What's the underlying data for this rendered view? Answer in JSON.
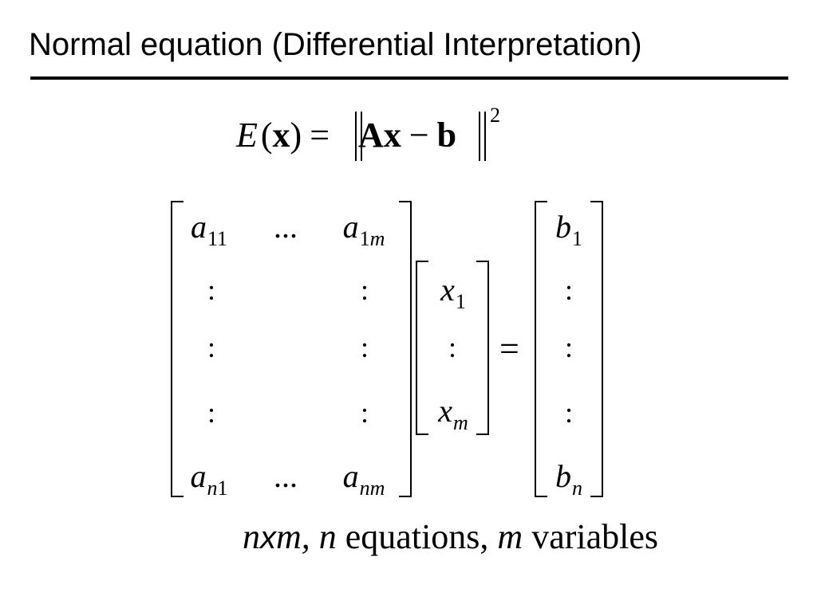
{
  "title": "Normal equation (Differential Interpretation)",
  "energy": {
    "func": "E",
    "lparen": "(",
    "arg": "x",
    "rparen": ")",
    "eq": "=",
    "A": "A",
    "x": "x",
    "minus": "−",
    "b": "b",
    "power": "2"
  },
  "matrix_a": {
    "r1": {
      "c1_base": "a",
      "c1_sub": "11",
      "c2": "...",
      "c3_base": "a",
      "c3_sub_1": "1",
      "c3_sub_2": "m"
    },
    "vdots": ":",
    "rn": {
      "c1_base": "a",
      "c1_sub_1": "n",
      "c1_sub_2": "1",
      "c2": "...",
      "c3_base": "a",
      "c3_sub": "nm"
    }
  },
  "vector_x": {
    "top_base": "x",
    "top_sub": "1",
    "mid": ":",
    "bot_base": "x",
    "bot_sub": "m"
  },
  "equals": "=",
  "vector_b": {
    "top_base": "b",
    "top_sub": "1",
    "mid": ":",
    "bot_base": "b",
    "bot_sub": "n"
  },
  "caption": {
    "n1": "n",
    "x": "x",
    "m1": "m",
    "comma1": ", ",
    "n2": "n",
    "eqs": " equations, ",
    "m2": "m",
    "vars": " variables"
  }
}
